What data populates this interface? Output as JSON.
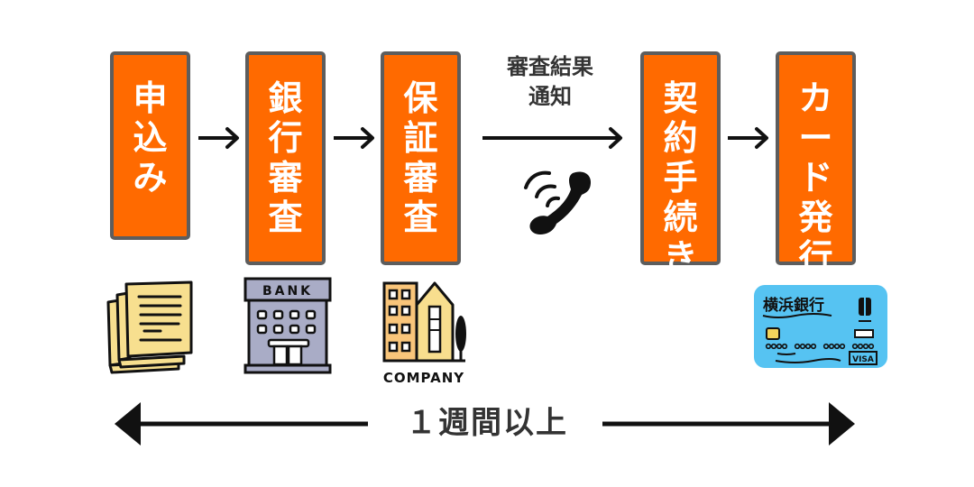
{
  "colors": {
    "step_fill": "#ff6a00",
    "step_border": "#5d5d5d",
    "step_text": "#ffffff",
    "label_text": "#333333",
    "arrow": "#111111",
    "document_fill": "#f7df8f",
    "bank_fill": "#a9acc6",
    "company_fill": "#f9c57a",
    "card_fill": "#56c3f2"
  },
  "steps": [
    {
      "label": "申込み",
      "chars": [
        "申",
        "込",
        "み"
      ]
    },
    {
      "label": "銀行審査",
      "chars": [
        "銀",
        "行",
        "審",
        "査"
      ]
    },
    {
      "label": "保証審査",
      "chars": [
        "保",
        "証",
        "審",
        "査"
      ]
    },
    {
      "label": "契約手続き",
      "chars": [
        "契",
        "約",
        "手",
        "続",
        "き"
      ]
    },
    {
      "label": "カード発行",
      "chars": [
        "カ",
        "ー",
        "ド",
        "発",
        "行"
      ]
    }
  ],
  "notification": {
    "line1": "審査結果",
    "line2": "通知",
    "icon": "phone-icon"
  },
  "illustrations": {
    "application": "documents-icon",
    "bank": {
      "icon": "bank-building-icon",
      "sign": "BANK"
    },
    "guarantor": {
      "icon": "company-building-icon",
      "caption": "COMPANY"
    },
    "card": {
      "icon": "credit-card-icon",
      "bank_name": "横浜銀行",
      "brand": "VISA"
    }
  },
  "duration": {
    "label": "１週間以上"
  }
}
